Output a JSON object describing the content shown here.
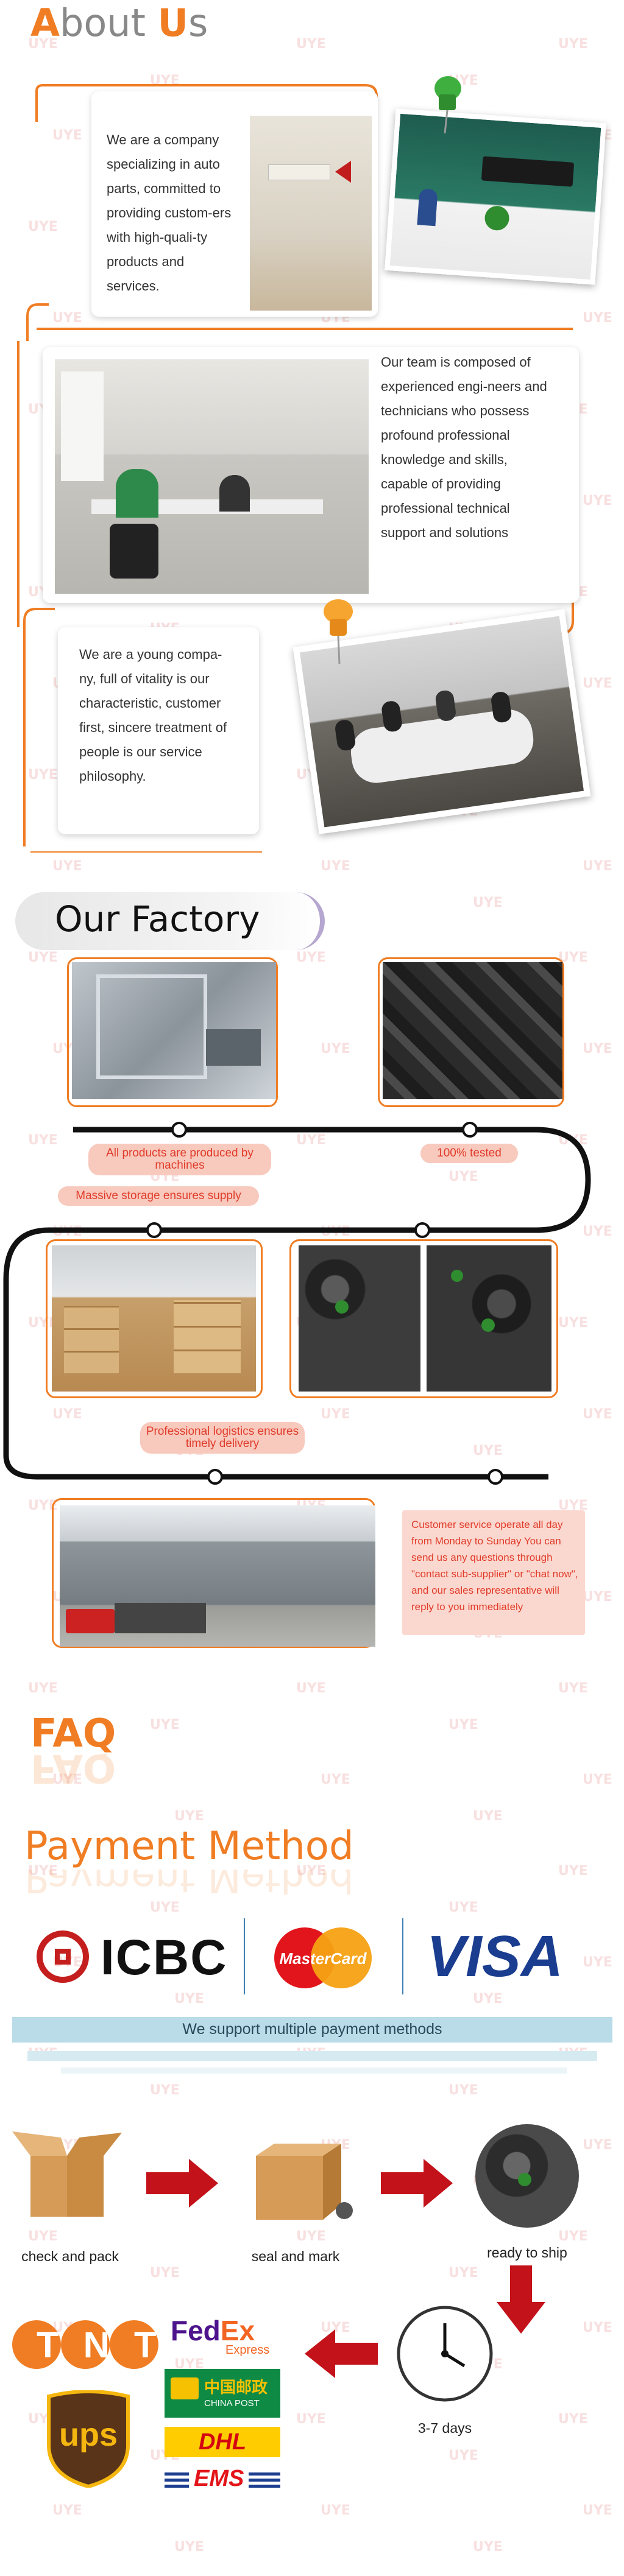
{
  "about": {
    "title_first": "A",
    "title_rest1": "bout ",
    "title_u": "U",
    "title_rest2": "s",
    "p1": "We are a company specializing in auto parts, committed to providing custom-ers with high-quali-ty products and services.",
    "p2": "Our team is composed of experienced engi-neers and technicians who possess profound professional knowledge and skills, capable of providing professional technical support and solutions",
    "p3": "We are a young compa-ny, full of vitality is our characteristic, customer first, sincere treatment of people is our service philosophy."
  },
  "factory": {
    "title": "Our Factory",
    "steps": [
      {
        "label": "All products are produced by machines"
      },
      {
        "label": "100% tested"
      },
      {
        "label": "Massive storage ensures supply"
      },
      {
        "label": "Professional logistics ensures timely delivery"
      }
    ],
    "service": "Customer service operate all day from Monday to Sunday You can send us any questions through \"contact sub-supplier\" or \"chat now\", and our sales representative will reply to you immediately"
  },
  "faq": {
    "title": "FAQ"
  },
  "payment": {
    "title": "Payment Method",
    "icbc": "ICBC",
    "mastercard": "MasterCard",
    "visa": "VISA",
    "note": "We support multiple payment methods"
  },
  "shipping": {
    "step1": "check and pack",
    "step2": "seal and mark",
    "step3": "ready to ship",
    "days": "3-7 days",
    "carriers": {
      "tnt": "TNT",
      "fedex_fed": "Fed",
      "fedex_ex": "Ex",
      "fedex_express": "Express",
      "china_post_cn": "中国邮政",
      "china_post": "CHINA POST",
      "ups": "ups",
      "dhl": "DHL",
      "ems": "EMS"
    }
  },
  "watermark": "UYE",
  "colors": {
    "accent": "#f07d23",
    "red": "#e03b2a",
    "light_blue": "#b9dce8"
  }
}
